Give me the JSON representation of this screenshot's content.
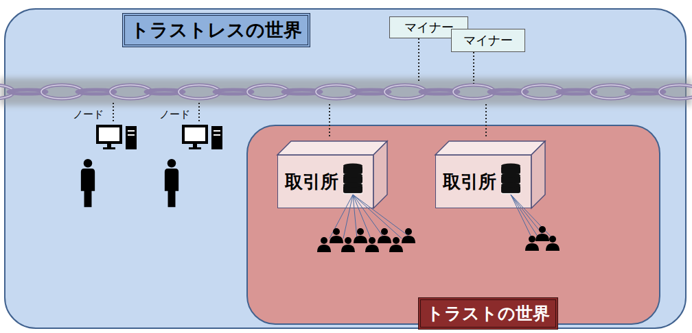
{
  "diagram": {
    "nodes": [
      {
        "text": [
          "トラストレスの世界"
        ]
      },
      {
        "text": [
          "マイナー"
        ],
        "in": 0
      },
      {
        "text": [
          "マイナー"
        ],
        "in": 0
      },
      {
        "text": [
          "トラストの世界"
        ],
        "in": 0
      },
      {
        "text": [
          "取引所"
        ],
        "in": 3
      },
      {
        "text": [
          "取引所"
        ],
        "in": 3
      }
    ],
    "labels": [
      "ノード",
      "ノード"
    ]
  }
}
